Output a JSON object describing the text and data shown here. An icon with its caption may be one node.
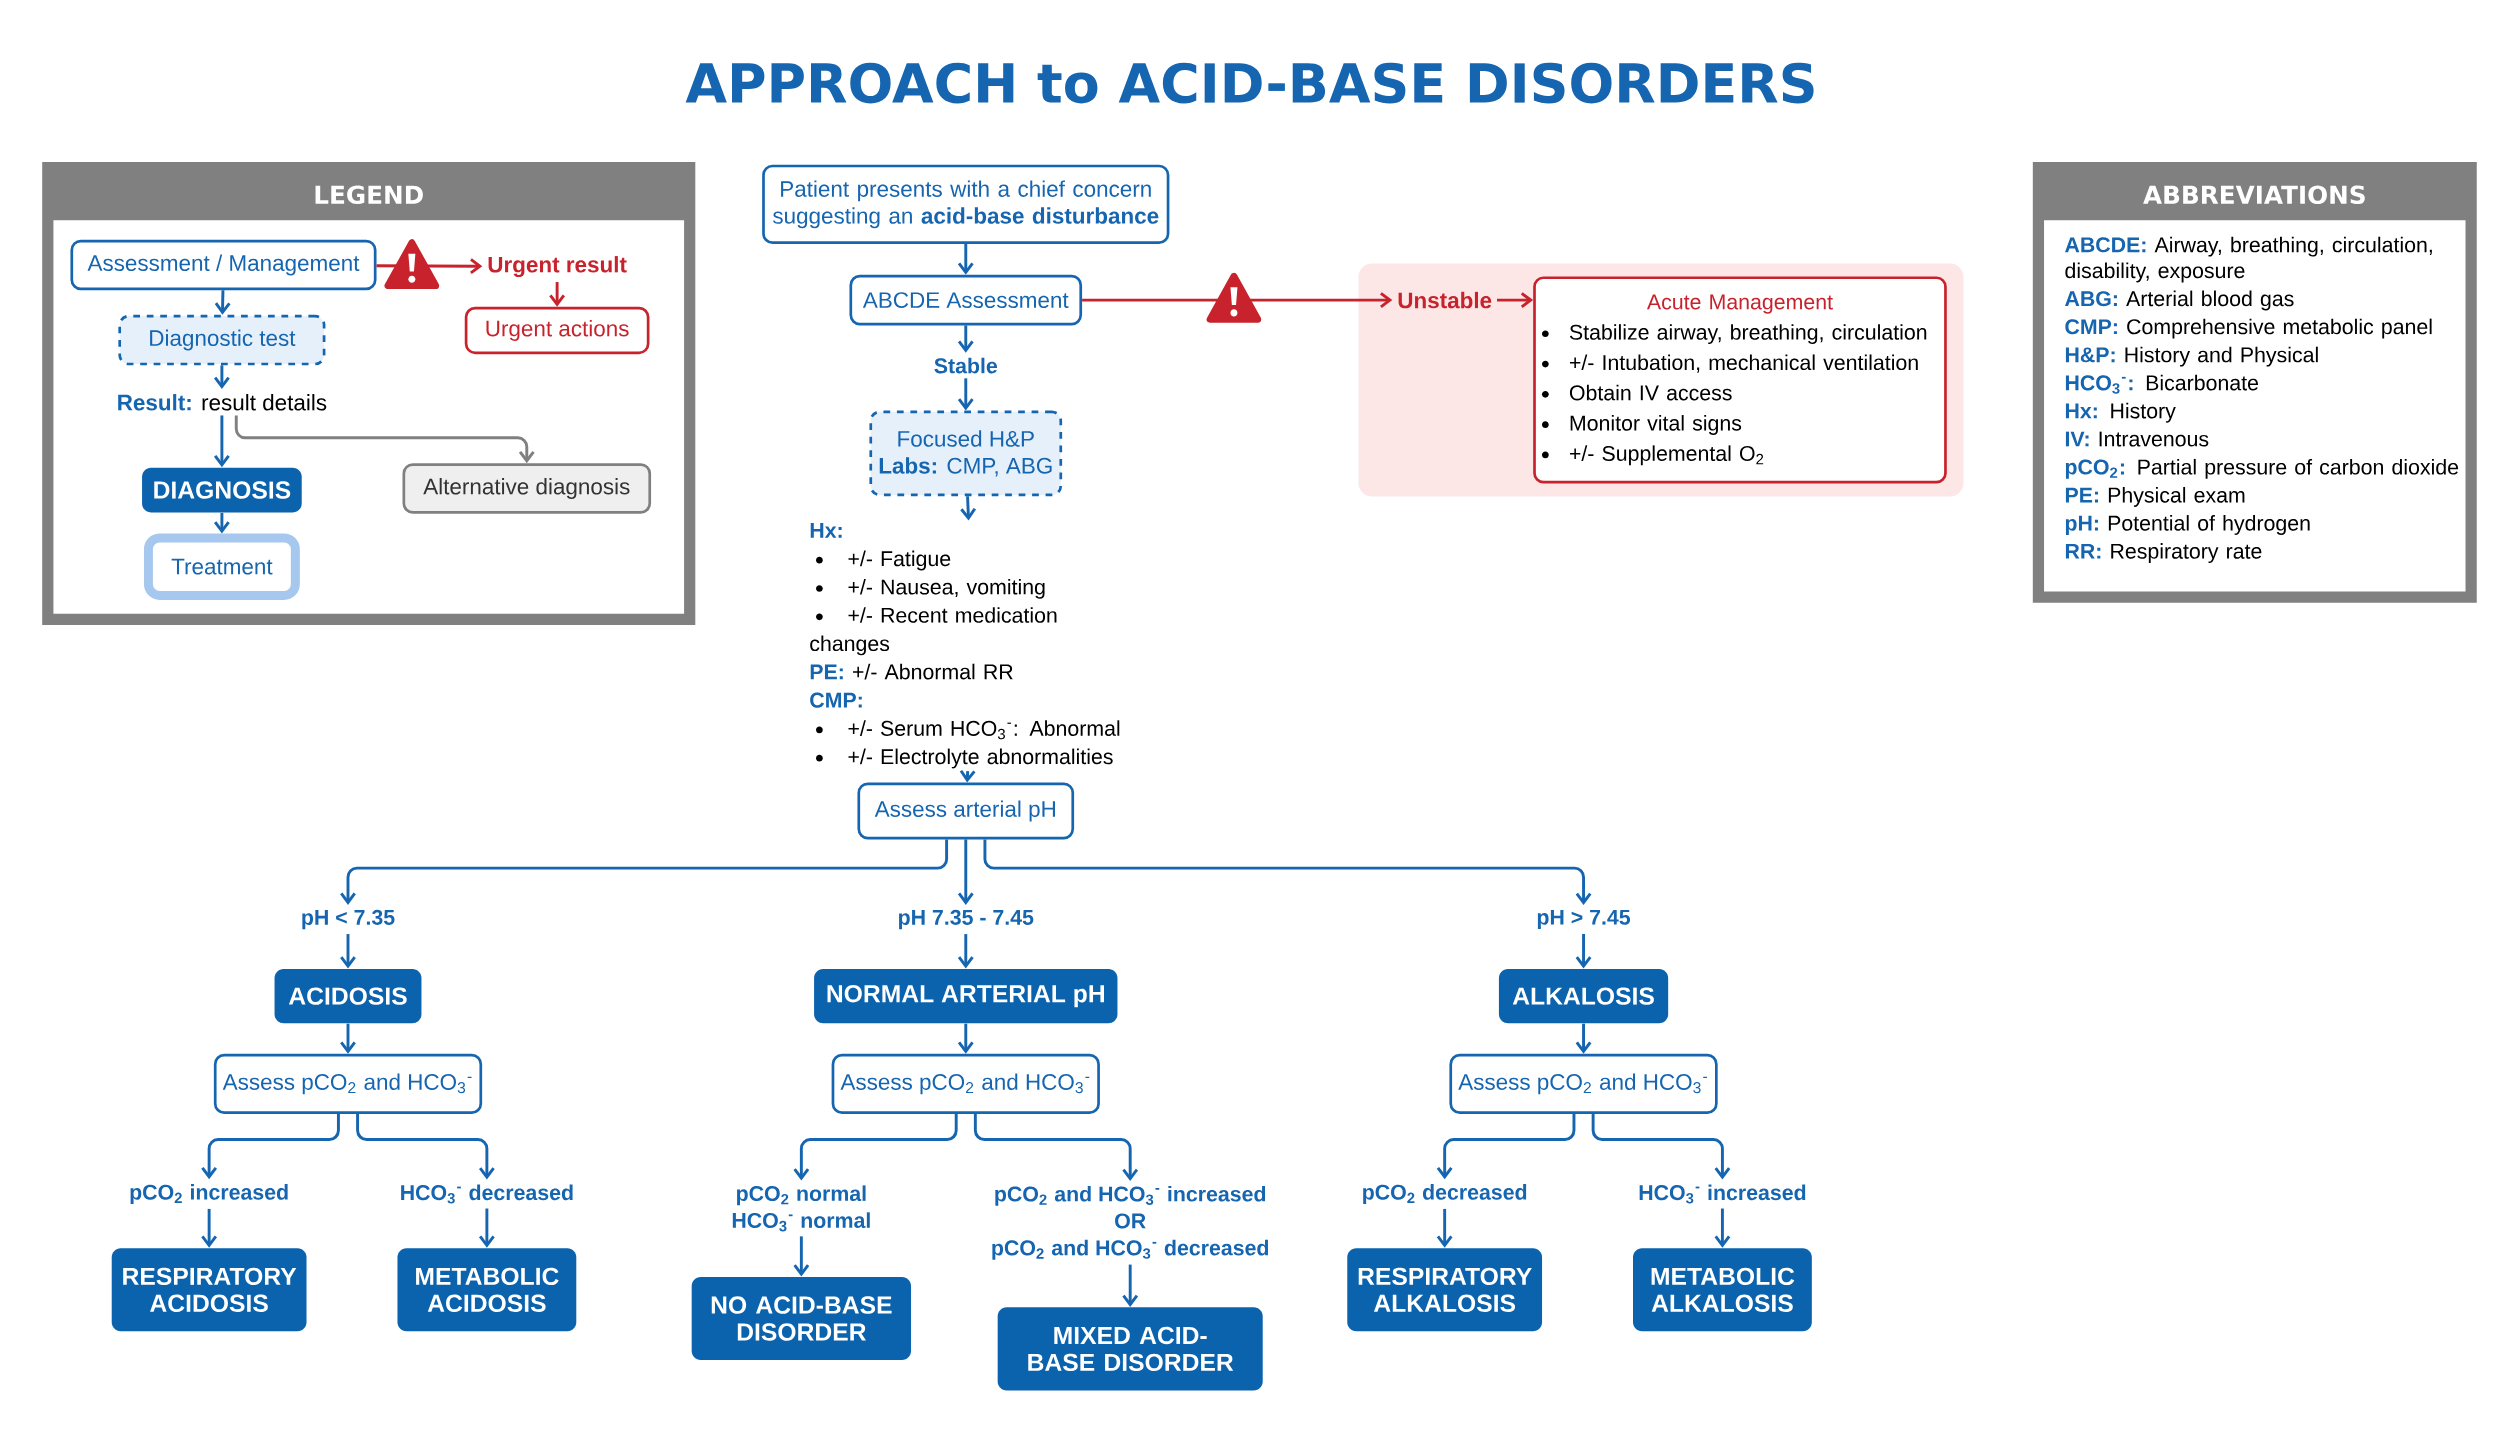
{
  "diagram": {
    "title": "APPROACH to ACID-BASE DISORDERS",
    "nodes": [
      {
        "text": [
          "LEGEND"
        ]
      },
      {
        "text": [
          "Assessment / Management"
        ],
        "in": 0
      },
      {
        "text": [
          "Urgent result"
        ],
        "in": 0
      },
      {
        "text": [
          "Urgent actions"
        ],
        "in": 0
      },
      {
        "text": [
          "Diagnostic test"
        ],
        "in": 0
      },
      {
        "text": [
          "**Result:** result details"
        ],
        "in": 0
      },
      {
        "text": [
          "DIAGNOSIS"
        ],
        "in": 0
      },
      {
        "text": [
          "Treatment"
        ],
        "in": 0
      },
      {
        "text": [
          "Alternative diagnosis"
        ],
        "in": 0
      },
      {
        "text": [
          "Patient presents with a chief concern suggesting an **acid-base disturbance**"
        ]
      },
      {
        "text": [
          "ABCDE Assessment"
        ]
      },
      {
        "text": [
          "Stable"
        ]
      },
      {
        "text": [
          "Focused H&P",
          "**Labs:** CMP, ABG"
        ]
      },
      {
        "text": [
          "Hx:",
          "+/- Fatigue",
          "+/- Nausea, vomiting",
          "+/- Recent medication changes",
          "**PE:** +/- Abnormal RR",
          "CMP:",
          "+/- Serum HCO$_{3}$$^{-}$: Abnormal",
          "+/- Electrolyte abnormalities"
        ]
      },
      {
        "text": [
          "Unstable"
        ]
      },
      {
        "text": [
          "Acute Management",
          "Stabilize airway, breathing, circulation",
          "+/- Intubation, mechanical ventilation",
          "Obtain IV access",
          "Monitor vital signs",
          "+/- Supplemental O$_{2}$"
        ]
      },
      {
        "text": [
          "Assess arterial pH"
        ]
      },
      {
        "text": [
          "pH < 7.35"
        ]
      },
      {
        "text": [
          "pH 7.35 - 7.45"
        ]
      },
      {
        "text": [
          "pH > 7.45"
        ]
      },
      {
        "text": [
          "ACIDOSIS"
        ]
      },
      {
        "text": [
          "NORMAL ARTERIAL pH"
        ]
      },
      {
        "text": [
          "ALKALOSIS"
        ]
      },
      {
        "text": [
          "Assess pCO$_{2}$ and HCO$_{3}$$^{-}$"
        ]
      },
      {
        "text": [
          "Assess pCO$_{2}$ and HCO$_{3}$$^{-}$"
        ]
      },
      {
        "text": [
          "Assess pCO$_{2}$ and HCO$_{3}$$^{-}$"
        ]
      },
      {
        "text": [
          "pCO$_{2}$ increased"
        ]
      },
      {
        "text": [
          "HCO$_{3}$$^{-}$ decreased"
        ]
      },
      {
        "text": [
          "pCO$_{2}$ normal",
          "HCO$_{3}$$^{-}$ normal"
        ]
      },
      {
        "text": [
          "pCO$_{2}$ and HCO$_{3}$$^{-}$ increased",
          "OR",
          "pCO$_{2}$ and HCO$_{3}$$^{-}$ decreased"
        ]
      },
      {
        "text": [
          "pCO$_{2}$ decreased"
        ]
      },
      {
        "text": [
          "HCO$_{3}$$^{-}$ increased"
        ]
      },
      {
        "text": [
          "RESPIRATORY ACIDOSIS"
        ]
      },
      {
        "text": [
          "METABOLIC ACIDOSIS"
        ]
      },
      {
        "text": [
          "NO ACID-BASE DISORDER"
        ]
      },
      {
        "text": [
          "MIXED ACID-BASE DISORDER"
        ]
      },
      {
        "text": [
          "RESPIRATORY ALKALOSIS"
        ]
      },
      {
        "text": [
          "METABOLIC ALKALOSIS"
        ]
      },
      {
        "text": [
          "ABBREVIATIONS",
          "**ABCDE:** Airway, breathing, circulation, disability, exposure",
          "**ABG:** Arterial blood gas",
          "**CMP:** Comprehensive metabolic panel",
          "**H&P:** History and Physical",
          "**HCO$_{3}$$^{-}$:** Bicarbonate",
          "**Hx:** History",
          "**IV:** Intravenous",
          "**pCO$_{2}$:** Partial pressure of carbon dioxide",
          "**PE:** Physical exam",
          "**pH:** Potential of hydrogen",
          "**RR:** Respiratory rate"
        ]
      }
    ],
    "edges": [
      {
        "from": 1,
        "to": 2,
        "arrow": "to",
        "color": "#c8232c"
      },
      {
        "from": 2,
        "to": 3,
        "arrow": "to",
        "color": "#c8232c"
      },
      {
        "from": 1,
        "to": 4,
        "arrow": "to"
      },
      {
        "from": 4,
        "to": 5,
        "arrow": "to"
      },
      {
        "from": 5,
        "to": 6,
        "arrow": "to"
      },
      {
        "from": 5,
        "to": 8,
        "arrow": "to",
        "color": "#808080"
      },
      {
        "from": 6,
        "to": 7,
        "arrow": "to"
      },
      {
        "from": 9,
        "to": 10,
        "arrow": "to"
      },
      {
        "from": 10,
        "to": 11,
        "arrow": "to"
      },
      {
        "from": 11,
        "to": 12,
        "arrow": "to"
      },
      {
        "from": 10,
        "to": 14,
        "arrow": "to",
        "color": "#c8232c"
      },
      {
        "from": 14,
        "to": 15,
        "arrow": "to",
        "color": "#c8232c"
      },
      {
        "from": 12,
        "to": 13,
        "arrow": "to"
      },
      {
        "from": 13,
        "to": 16,
        "arrow": "to"
      },
      {
        "from": 16,
        "to": 17,
        "arrow": "to"
      },
      {
        "from": 16,
        "to": 18,
        "arrow": "to"
      },
      {
        "from": 16,
        "to": 19,
        "arrow": "to"
      },
      {
        "from": 17,
        "to": 20,
        "arrow": "to"
      },
      {
        "from": 18,
        "to": 21,
        "arrow": "to"
      },
      {
        "from": 19,
        "to": 22,
        "arrow": "to"
      },
      {
        "from": 20,
        "to": 23,
        "arrow": "to"
      },
      {
        "from": 21,
        "to": 24,
        "arrow": "to"
      },
      {
        "from": 22,
        "to": 25,
        "arrow": "to"
      },
      {
        "from": 23,
        "to": 26,
        "arrow": "to"
      },
      {
        "from": 23,
        "to": 27,
        "arrow": "to"
      },
      {
        "from": 24,
        "to": 28,
        "arrow": "to"
      },
      {
        "from": 24,
        "to": 29,
        "arrow": "to"
      },
      {
        "from": 25,
        "to": 30,
        "arrow": "to"
      },
      {
        "from": 25,
        "to": 31,
        "arrow": "to"
      },
      {
        "from": 26,
        "to": 32,
        "arrow": "to"
      },
      {
        "from": 27,
        "to": 33,
        "arrow": "to"
      },
      {
        "from": 28,
        "to": 34,
        "arrow": "to"
      },
      {
        "from": 29,
        "to": 35,
        "arrow": "to"
      },
      {
        "from": 30,
        "to": 36,
        "arrow": "to"
      },
      {
        "from": 31,
        "to": 37,
        "arrow": "to"
      }
    ]
  }
}
